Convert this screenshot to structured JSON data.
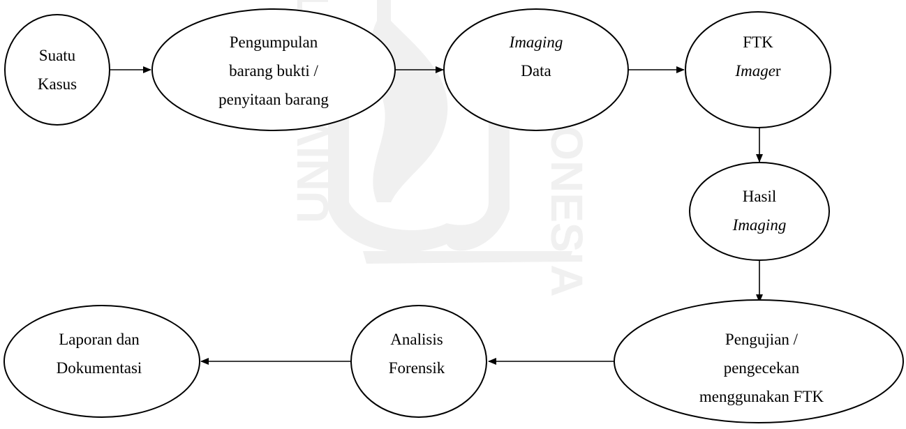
{
  "watermark": {
    "arc_text_left": "UNIVERSITAS",
    "arc_text_right": "INDONESIA"
  },
  "nodes": {
    "suatu_kasus": {
      "line1": "Suatu",
      "line2": "Kasus"
    },
    "pengumpulan": {
      "line1": "Pengumpulan",
      "line2": "barang bukti /",
      "line3": "penyitaan barang"
    },
    "imaging_data": {
      "line1": "Imaging",
      "line2": "Data"
    },
    "ftk_imager": {
      "line1": "FTK",
      "line2_italic": "Image",
      "line2_regular": "r"
    },
    "hasil_imaging": {
      "line1": "Hasil",
      "line2": "Imaging"
    },
    "pengujian": {
      "line1": "Pengujian /",
      "line2": "pengecekan",
      "line3": "menggunakan FTK"
    },
    "analisis_forensik": {
      "line1": "Analisis",
      "line2": "Forensik"
    },
    "laporan": {
      "line1": "Laporan dan",
      "line2": "Dokumentasi"
    }
  }
}
